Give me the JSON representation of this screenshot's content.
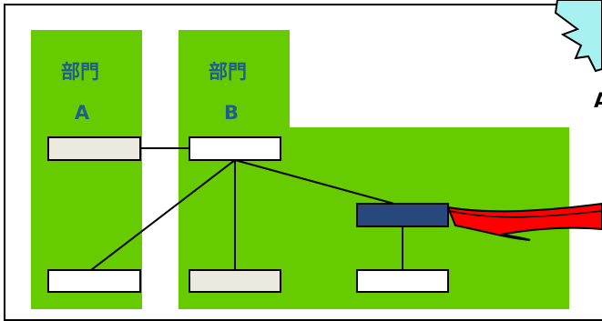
{
  "departments": [
    {
      "name": "部門",
      "code": "A"
    },
    {
      "name": "部門",
      "code": "B"
    }
  ],
  "callout_partial_text": "A",
  "colors": {
    "zone_fill": "#66cc00",
    "box_white": "#ffffff",
    "box_beige": "#ece9df",
    "box_navy": "#27477d",
    "label_text": "#1f5f8f",
    "callout_fill": "#a7f2f0",
    "bolt_red": "#ff0000"
  }
}
